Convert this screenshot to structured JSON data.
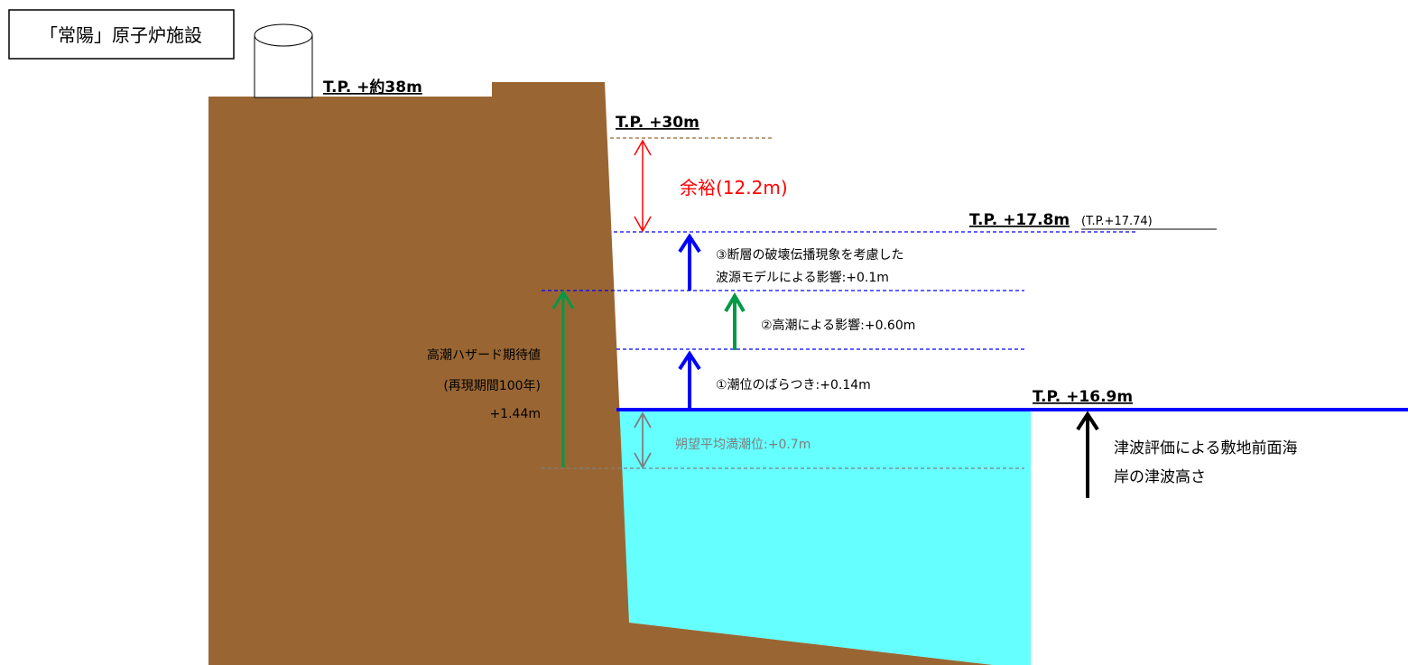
{
  "colors": {
    "ground": "#996633",
    "sea": "#66ffff",
    "blue": "#0000ff",
    "green": "#009944",
    "red": "#ff0000",
    "gray": "#7f7f7f",
    "dash_brown": "#996633",
    "black": "#000000"
  },
  "facility_label": "「常陽」原子炉施設",
  "levels": {
    "site": "T.P. +約38m",
    "p30": "T.P. +30m",
    "p178": "T.P. +17.8m",
    "p178_note": "(T.P.+17.74)",
    "p169": "T.P. +16.9m"
  },
  "margin_label": "余裕(12.2m)",
  "components": {
    "c3_line1": "③断層の破壊伝播現象を考慮した",
    "c3_line2": "波源モデルによる影響:+0.1m",
    "c2": "②高潮による影響:+0.60m",
    "c1": "①潮位のばらつき:+0.14m",
    "tide": "朔望平均満潮位:+0.7m"
  },
  "hazard": {
    "line1": "高潮ハザード期待値",
    "line2": "(再現期間100年)",
    "line3": "+1.44m"
  },
  "tsunami": {
    "line1": "津波評価による敷地前面海",
    "line2": "岸の津波高さ"
  }
}
